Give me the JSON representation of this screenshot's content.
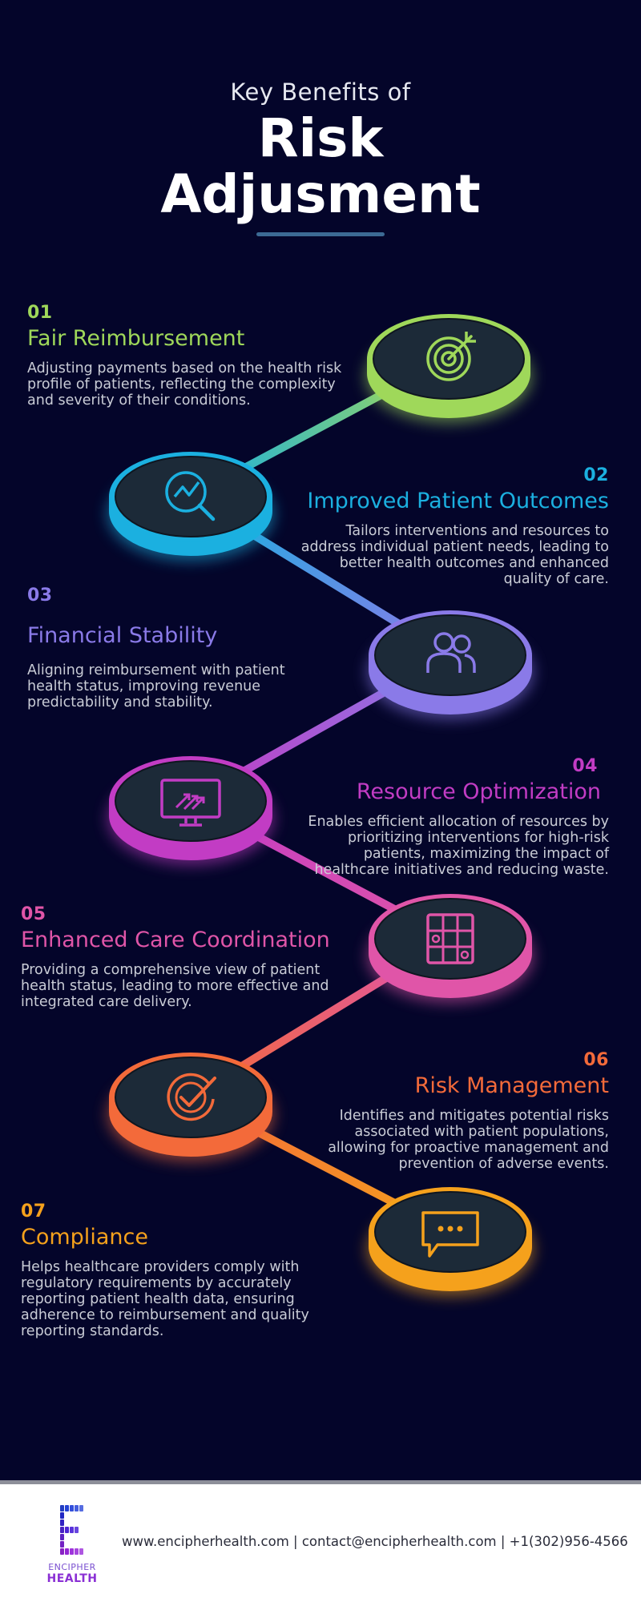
{
  "header": {
    "subtitle": "Key Benefits of",
    "title_line1": "Risk",
    "title_line2": "Adjusment"
  },
  "benefits": [
    {
      "number": "01",
      "title": "Fair Reimbursement",
      "description": "Adjusting payments based on the health risk profile of patients, reflecting the complexity and severity of their conditions.",
      "color": "#9fd85a",
      "icon": "target-icon"
    },
    {
      "number": "02",
      "title": "Improved Patient Outcomes",
      "description": "Tailors interventions and resources to address individual patient needs, leading to better health outcomes and enhanced quality of care.",
      "color": "#1bb0e0",
      "icon": "magnifier-chart-icon"
    },
    {
      "number": "03",
      "title": "Financial Stability",
      "description": "Aligning reimbursement with patient health status, improving revenue predictability and stability.",
      "color": "#8a7ae8",
      "icon": "people-icon"
    },
    {
      "number": "04",
      "title": "Resource Optimization",
      "description": "Enables efficient allocation of resources by prioritizing interventions for high-risk patients, maximizing the impact of healthcare initiatives and reducing waste.",
      "color": "#c23cc4",
      "icon": "monitor-growth-icon"
    },
    {
      "number": "05",
      "title": "Enhanced Care Coordination",
      "description": "Providing a comprehensive view of patient health status, leading to more effective and integrated care delivery.",
      "color": "#e055a8",
      "icon": "grid-icon"
    },
    {
      "number": "06",
      "title": "Risk Management",
      "description": "Identifies and mitigates potential risks associated with patient populations, allowing for proactive management and prevention of adverse events.",
      "color": "#f36a3a",
      "icon": "check-circle-icon"
    },
    {
      "number": "07",
      "title": "Compliance",
      "description": "Helps healthcare providers comply with regulatory requirements by accurately reporting patient health data, ensuring adherence to reimbursement and quality reporting standards.",
      "color": "#f5a11c",
      "icon": "chat-bubble-icon"
    }
  ],
  "footer": {
    "logo_line1": "ENCIPHER",
    "logo_line2": "HEALTH",
    "contact": "www.encipherhealth.com  |  contact@encipherhealth.com  |  +1(302)956-4566"
  }
}
